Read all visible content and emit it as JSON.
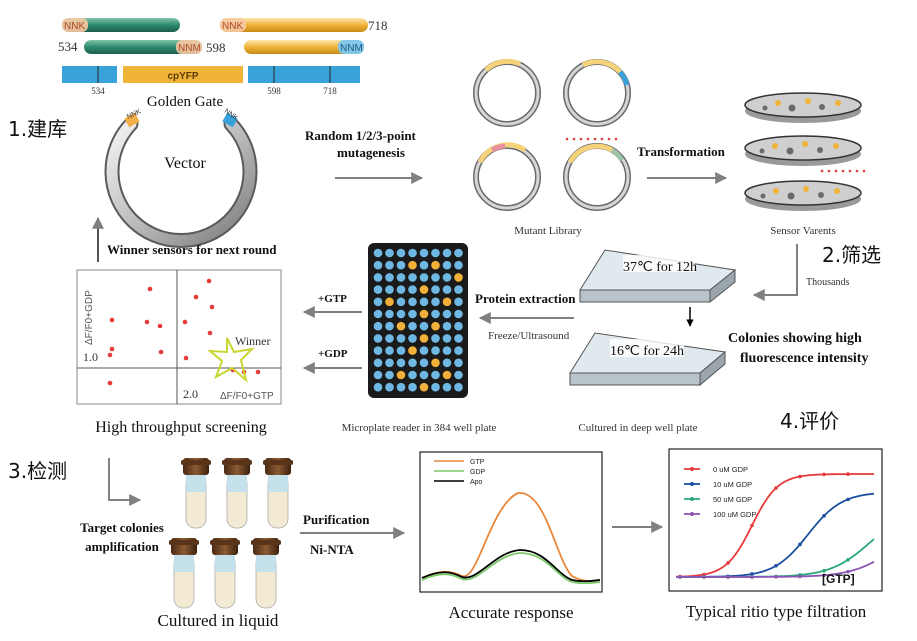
{
  "construct": {
    "nnk_left": "NNK",
    "nnm_mid": "NNM",
    "nnk_right": "NNK",
    "nnm_right": "NNM",
    "num_534": "534",
    "num_598": "598",
    "num_718": "718",
    "bar_label": "cpYFP",
    "tick_534": "534",
    "tick_598": "598",
    "tick_718": "718",
    "golden_gate": "Golden Gate"
  },
  "steps": {
    "step1": "1.建库",
    "step2": "2.筛选",
    "step3": "3.检测",
    "step4": "4.评价"
  },
  "vector": {
    "label": "Vector",
    "nnk_a": "NNK",
    "nnk_b": "NNK"
  },
  "arrows": {
    "mutagenesis": "Random 1/2/3-point mutagenesis",
    "transformation": "Transformation",
    "winner_next": "Winner sensors for next round",
    "thousands": "Thousands",
    "protein_extraction": "Protein extraction",
    "freeze": "Freeze/Ultrasound",
    "gtp": "+GTP",
    "gdp": "+GDP",
    "purification": "Purification",
    "ninta": "Ni-NTA"
  },
  "labels": {
    "mutant_library": "Mutant Library",
    "sensor_variants": "Sensor Varents",
    "colonies": "Colonies showing high fluorescence intensity",
    "plate_37": "37℃ for 12h",
    "plate_16": "16℃ for 24h",
    "deep_well": "Cultured in deep well plate",
    "microplate": "Microplate reader in 384 well plate",
    "hts": "High throughput screening",
    "target_colonies": "Target colonies amplification",
    "cultured_liquid": "Cultured in liquid",
    "accurate": "Accurate response",
    "typical": "Typical ritio type filtration"
  },
  "scatter": {
    "ylabel": "ΔF/F0+GDP",
    "xlabel": "ΔF/F0+GTP",
    "y_tick": "1.0",
    "x_tick": "2.0",
    "winner": "Winner"
  },
  "spectrum_legend": [
    "GTP",
    "GDP",
    "Apo"
  ],
  "titration": {
    "x_label": "[GTP]",
    "legend": [
      "0 uM GDP",
      "10 uM GDP",
      "50 uM GDP",
      "100 uM GDP"
    ]
  },
  "colors": {
    "teal": "#2f8a70",
    "gold": "#f0b43a",
    "blue": "#3aa2db",
    "arrow": "#808080",
    "red": "#e53a3a",
    "navy": "#1c4fa0",
    "green": "#2aa77a",
    "purple": "#8c55b4"
  }
}
